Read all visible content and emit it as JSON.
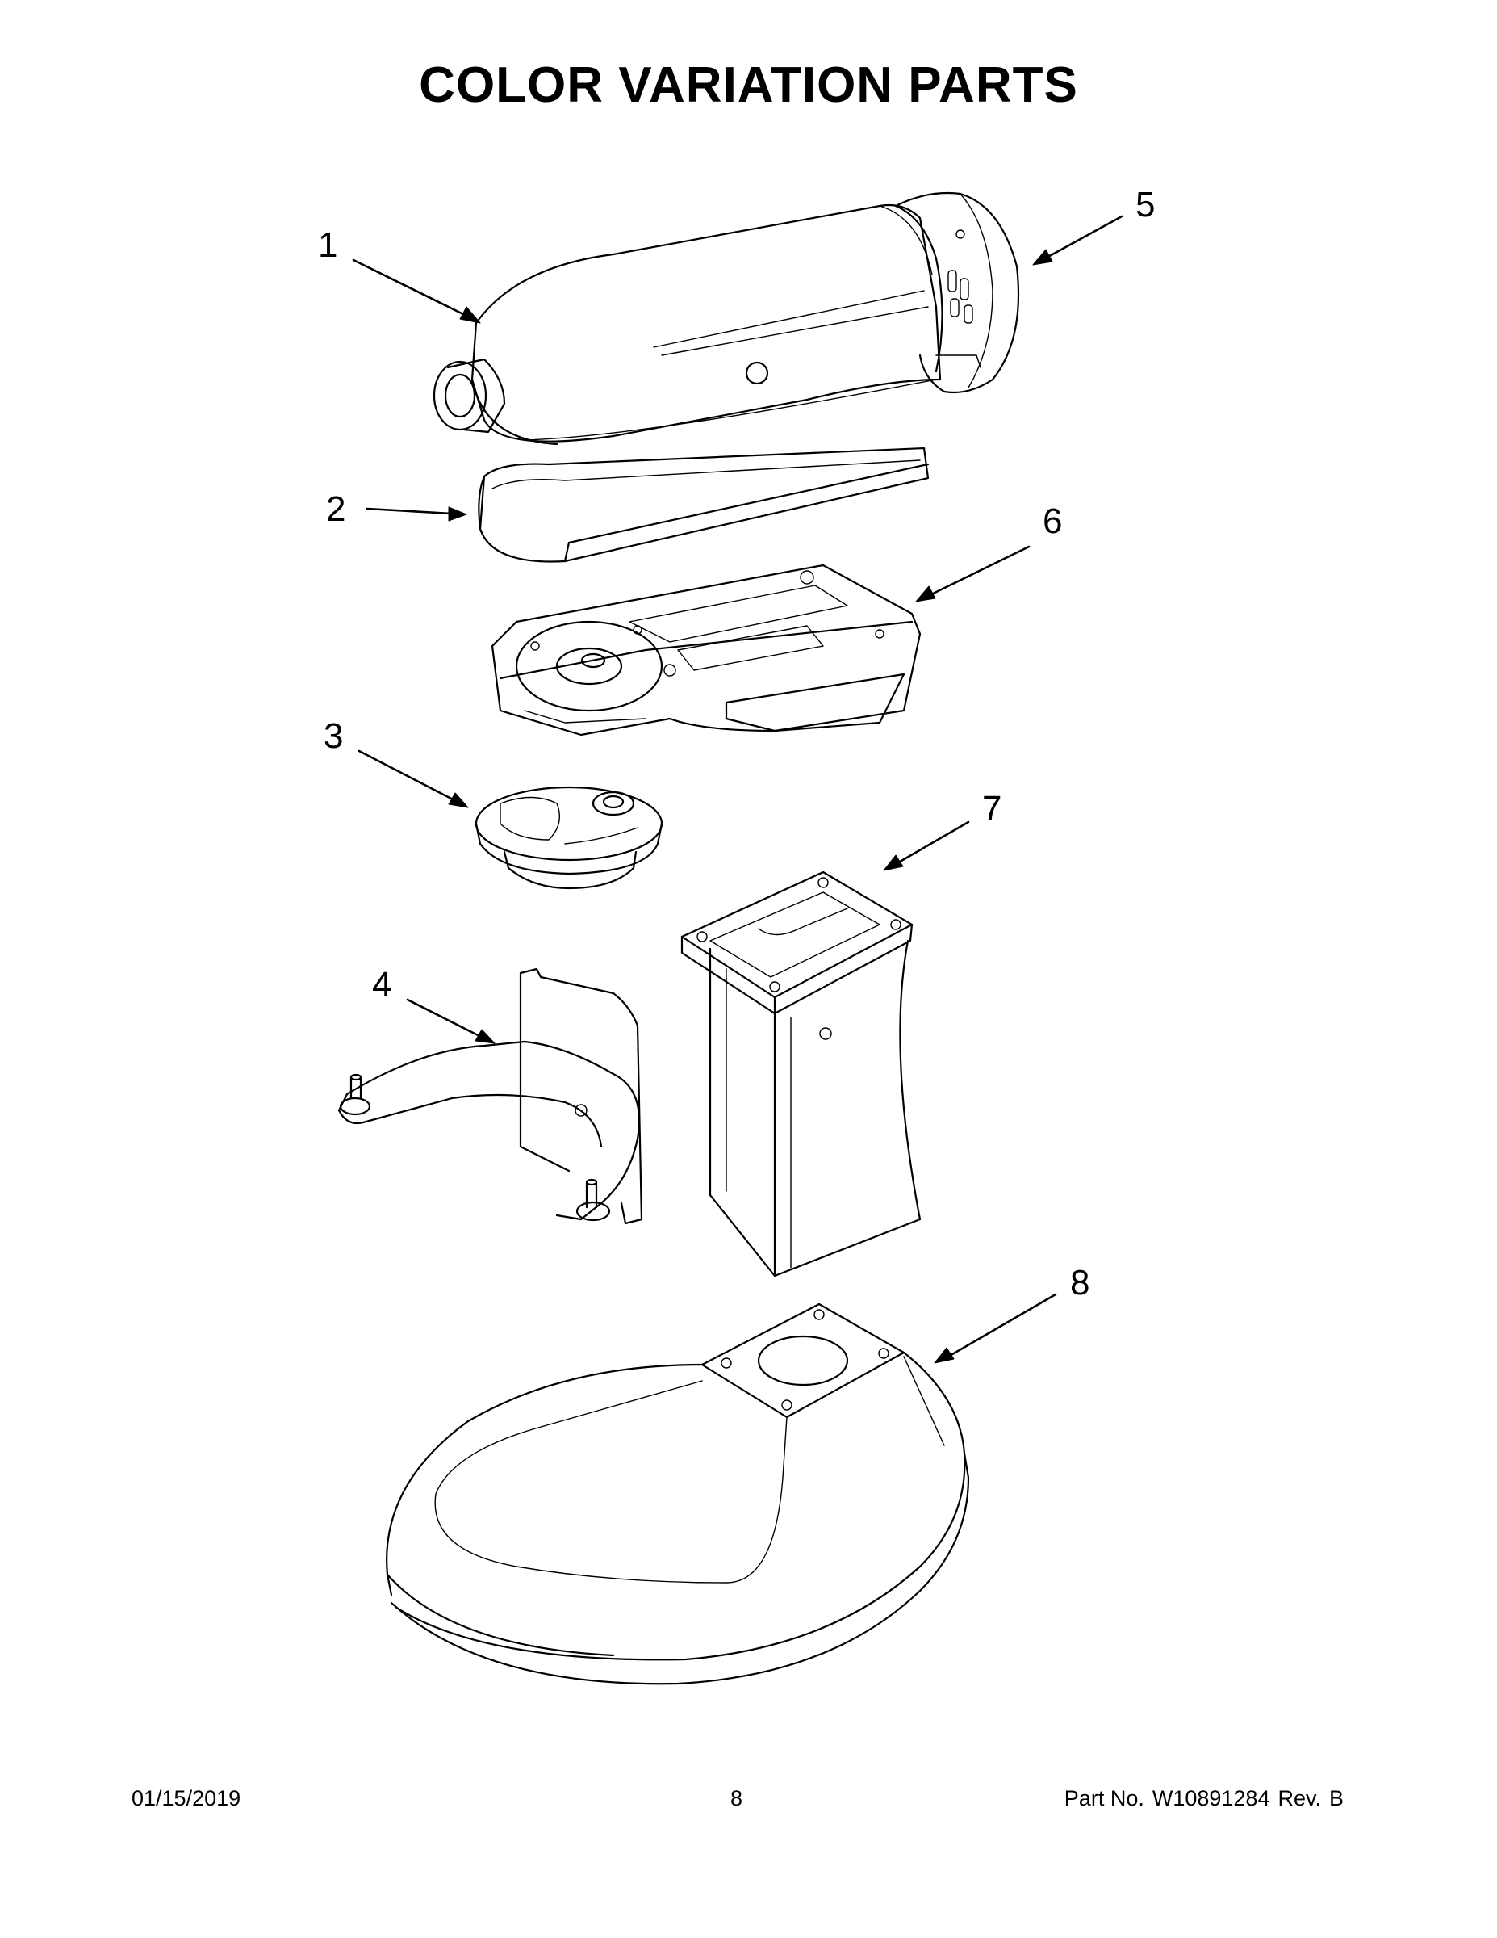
{
  "title": "COLOR VARIATION PARTS",
  "callouts": [
    "1",
    "2",
    "3",
    "4",
    "5",
    "6",
    "7",
    "8"
  ],
  "footer": {
    "date": "01/15/2019",
    "page": "8",
    "part_label": "Part No.",
    "part_number": "W10891284",
    "rev_label": "Rev.",
    "rev": "B"
  }
}
